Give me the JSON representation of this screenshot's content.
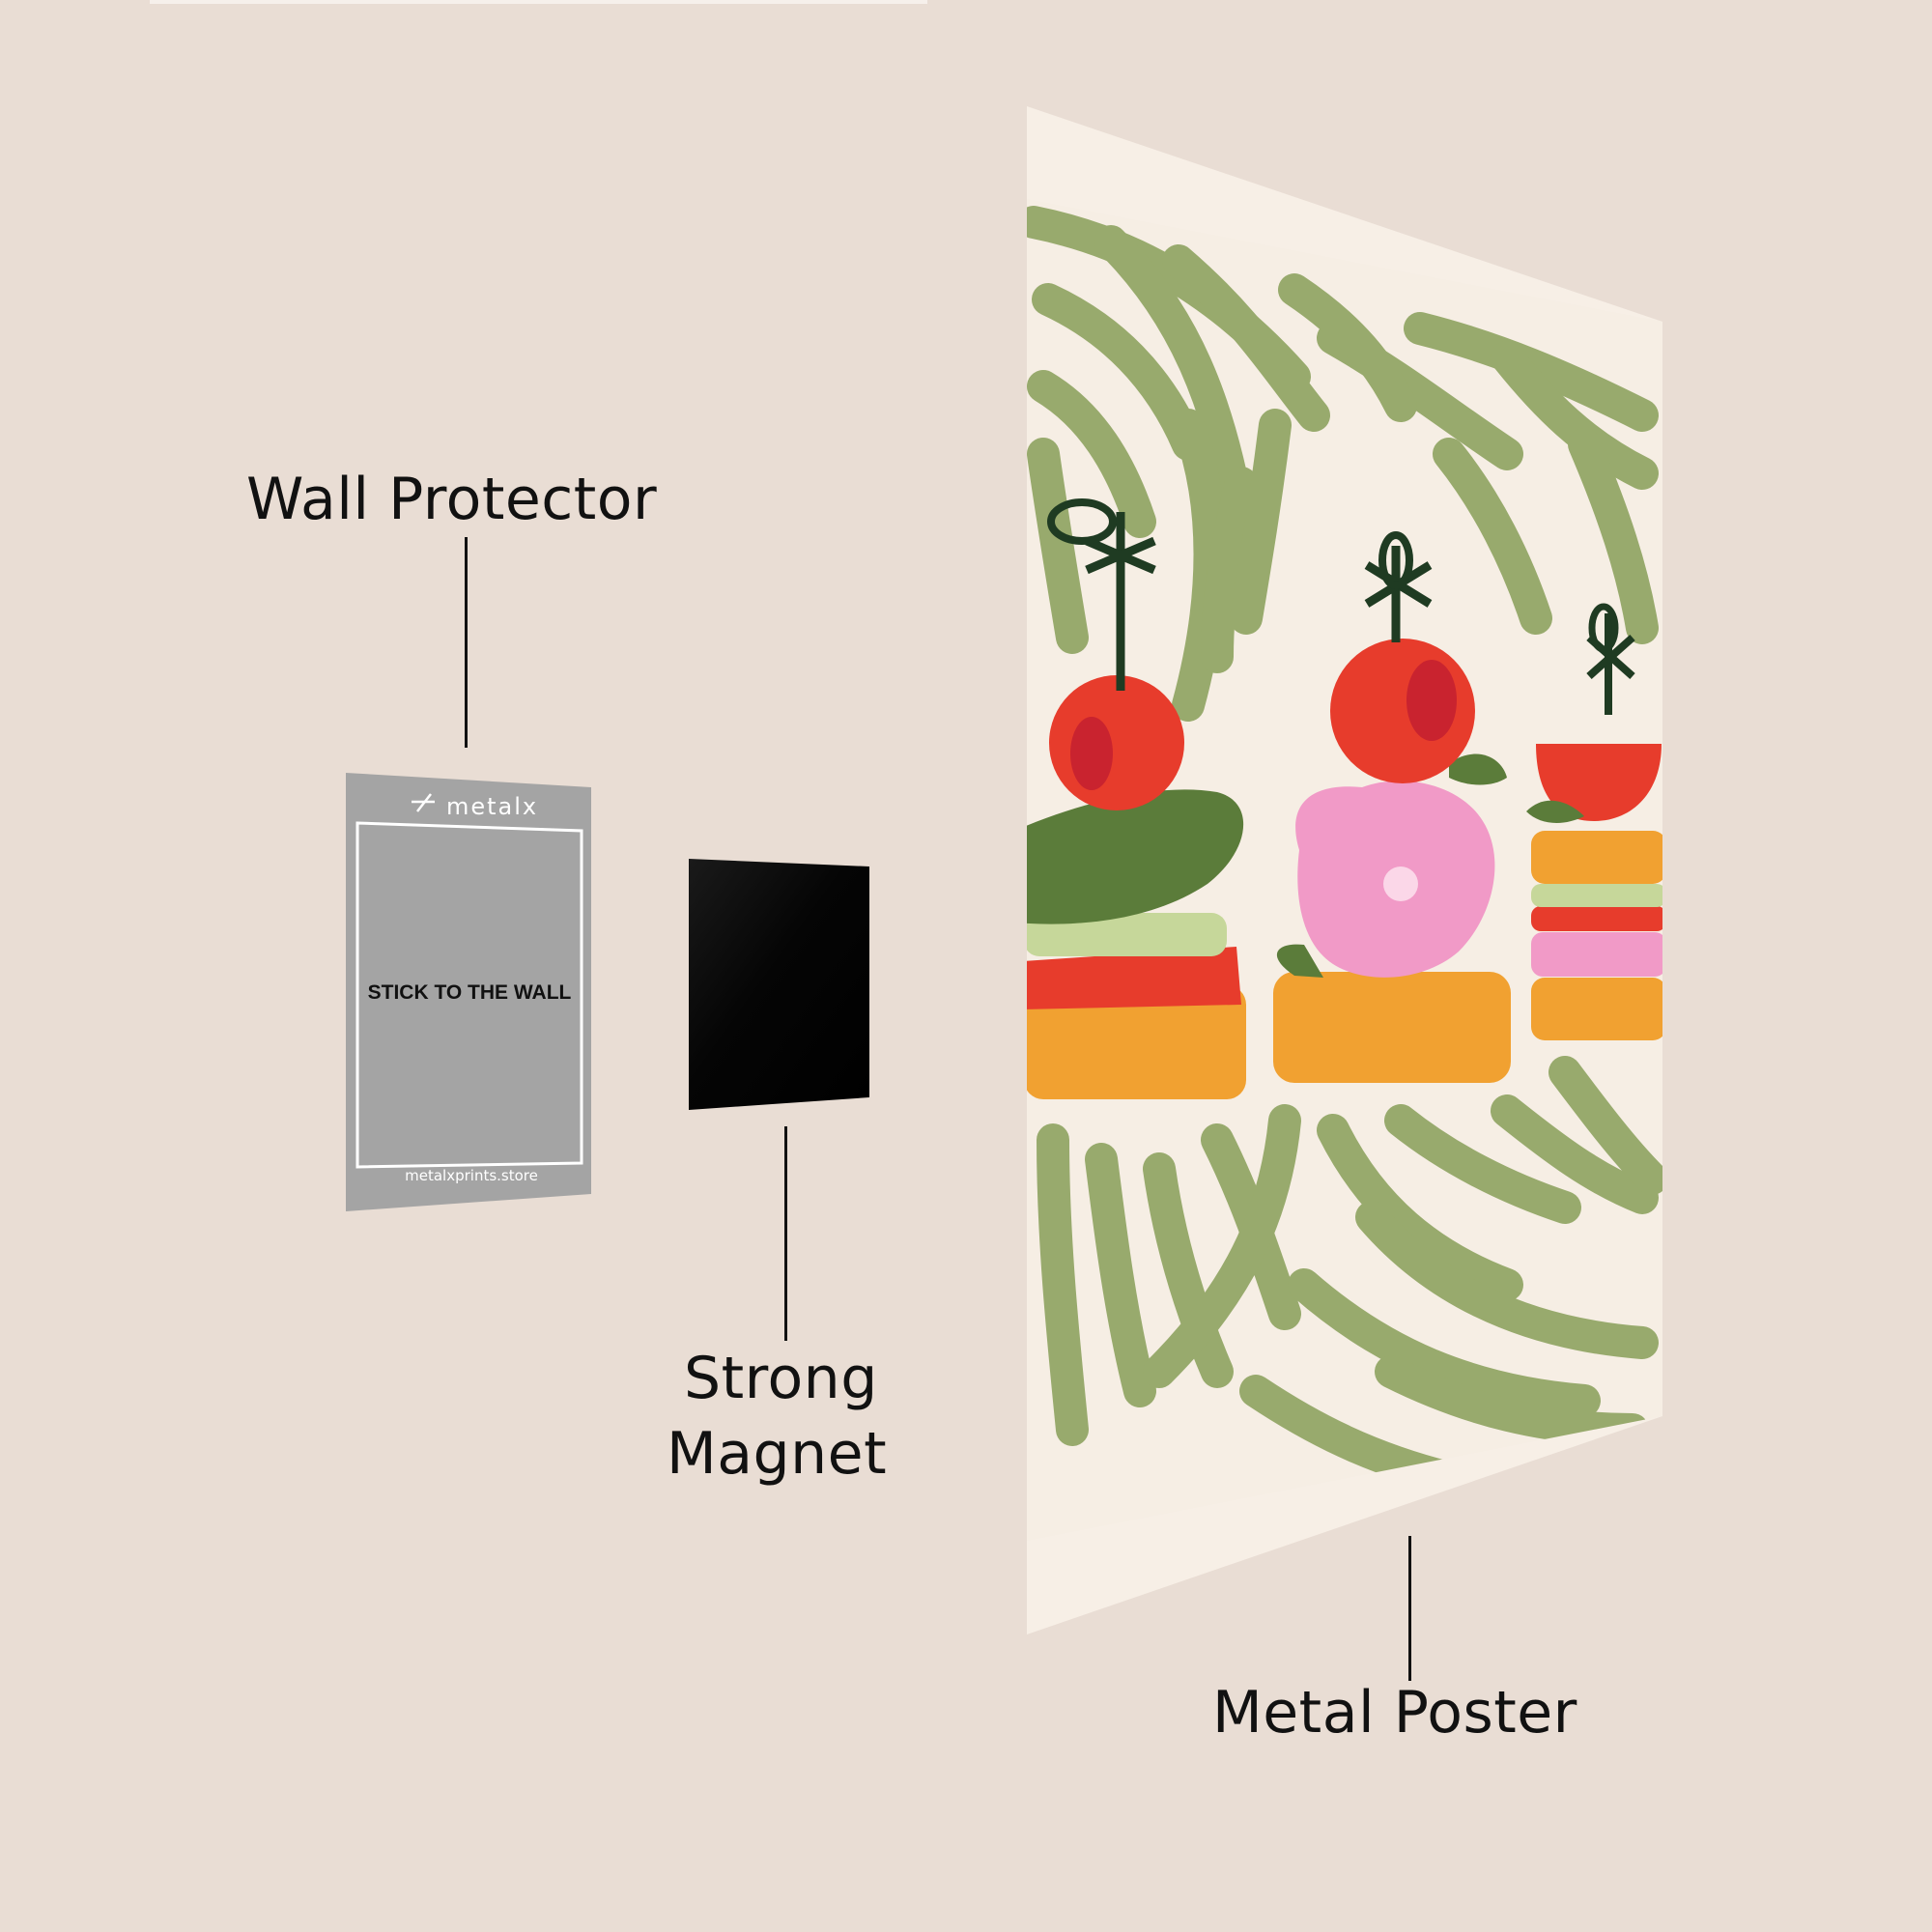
{
  "labels": {
    "wall_protector": "Wall Protector",
    "strong_magnet_line1": "Strong",
    "strong_magnet_line2": "Magnet",
    "metal_poster": "Metal Poster"
  },
  "protector": {
    "brand": "metalx",
    "instruction": "STICK TO THE WALL",
    "website": "metalxprints.store"
  },
  "colors": {
    "background": "#e9ddd4",
    "protector_gray": "#a4a4a4",
    "magnet_black": "#050505",
    "poster_cream": "#f7efe6",
    "leaf_green": "#98aa6d",
    "tomato_red": "#e73c2c",
    "bread_orange": "#f1a131",
    "ham_pink": "#f19ac7",
    "pickle_green": "#5b7c3a",
    "skewer_dark": "#1f3b22"
  }
}
